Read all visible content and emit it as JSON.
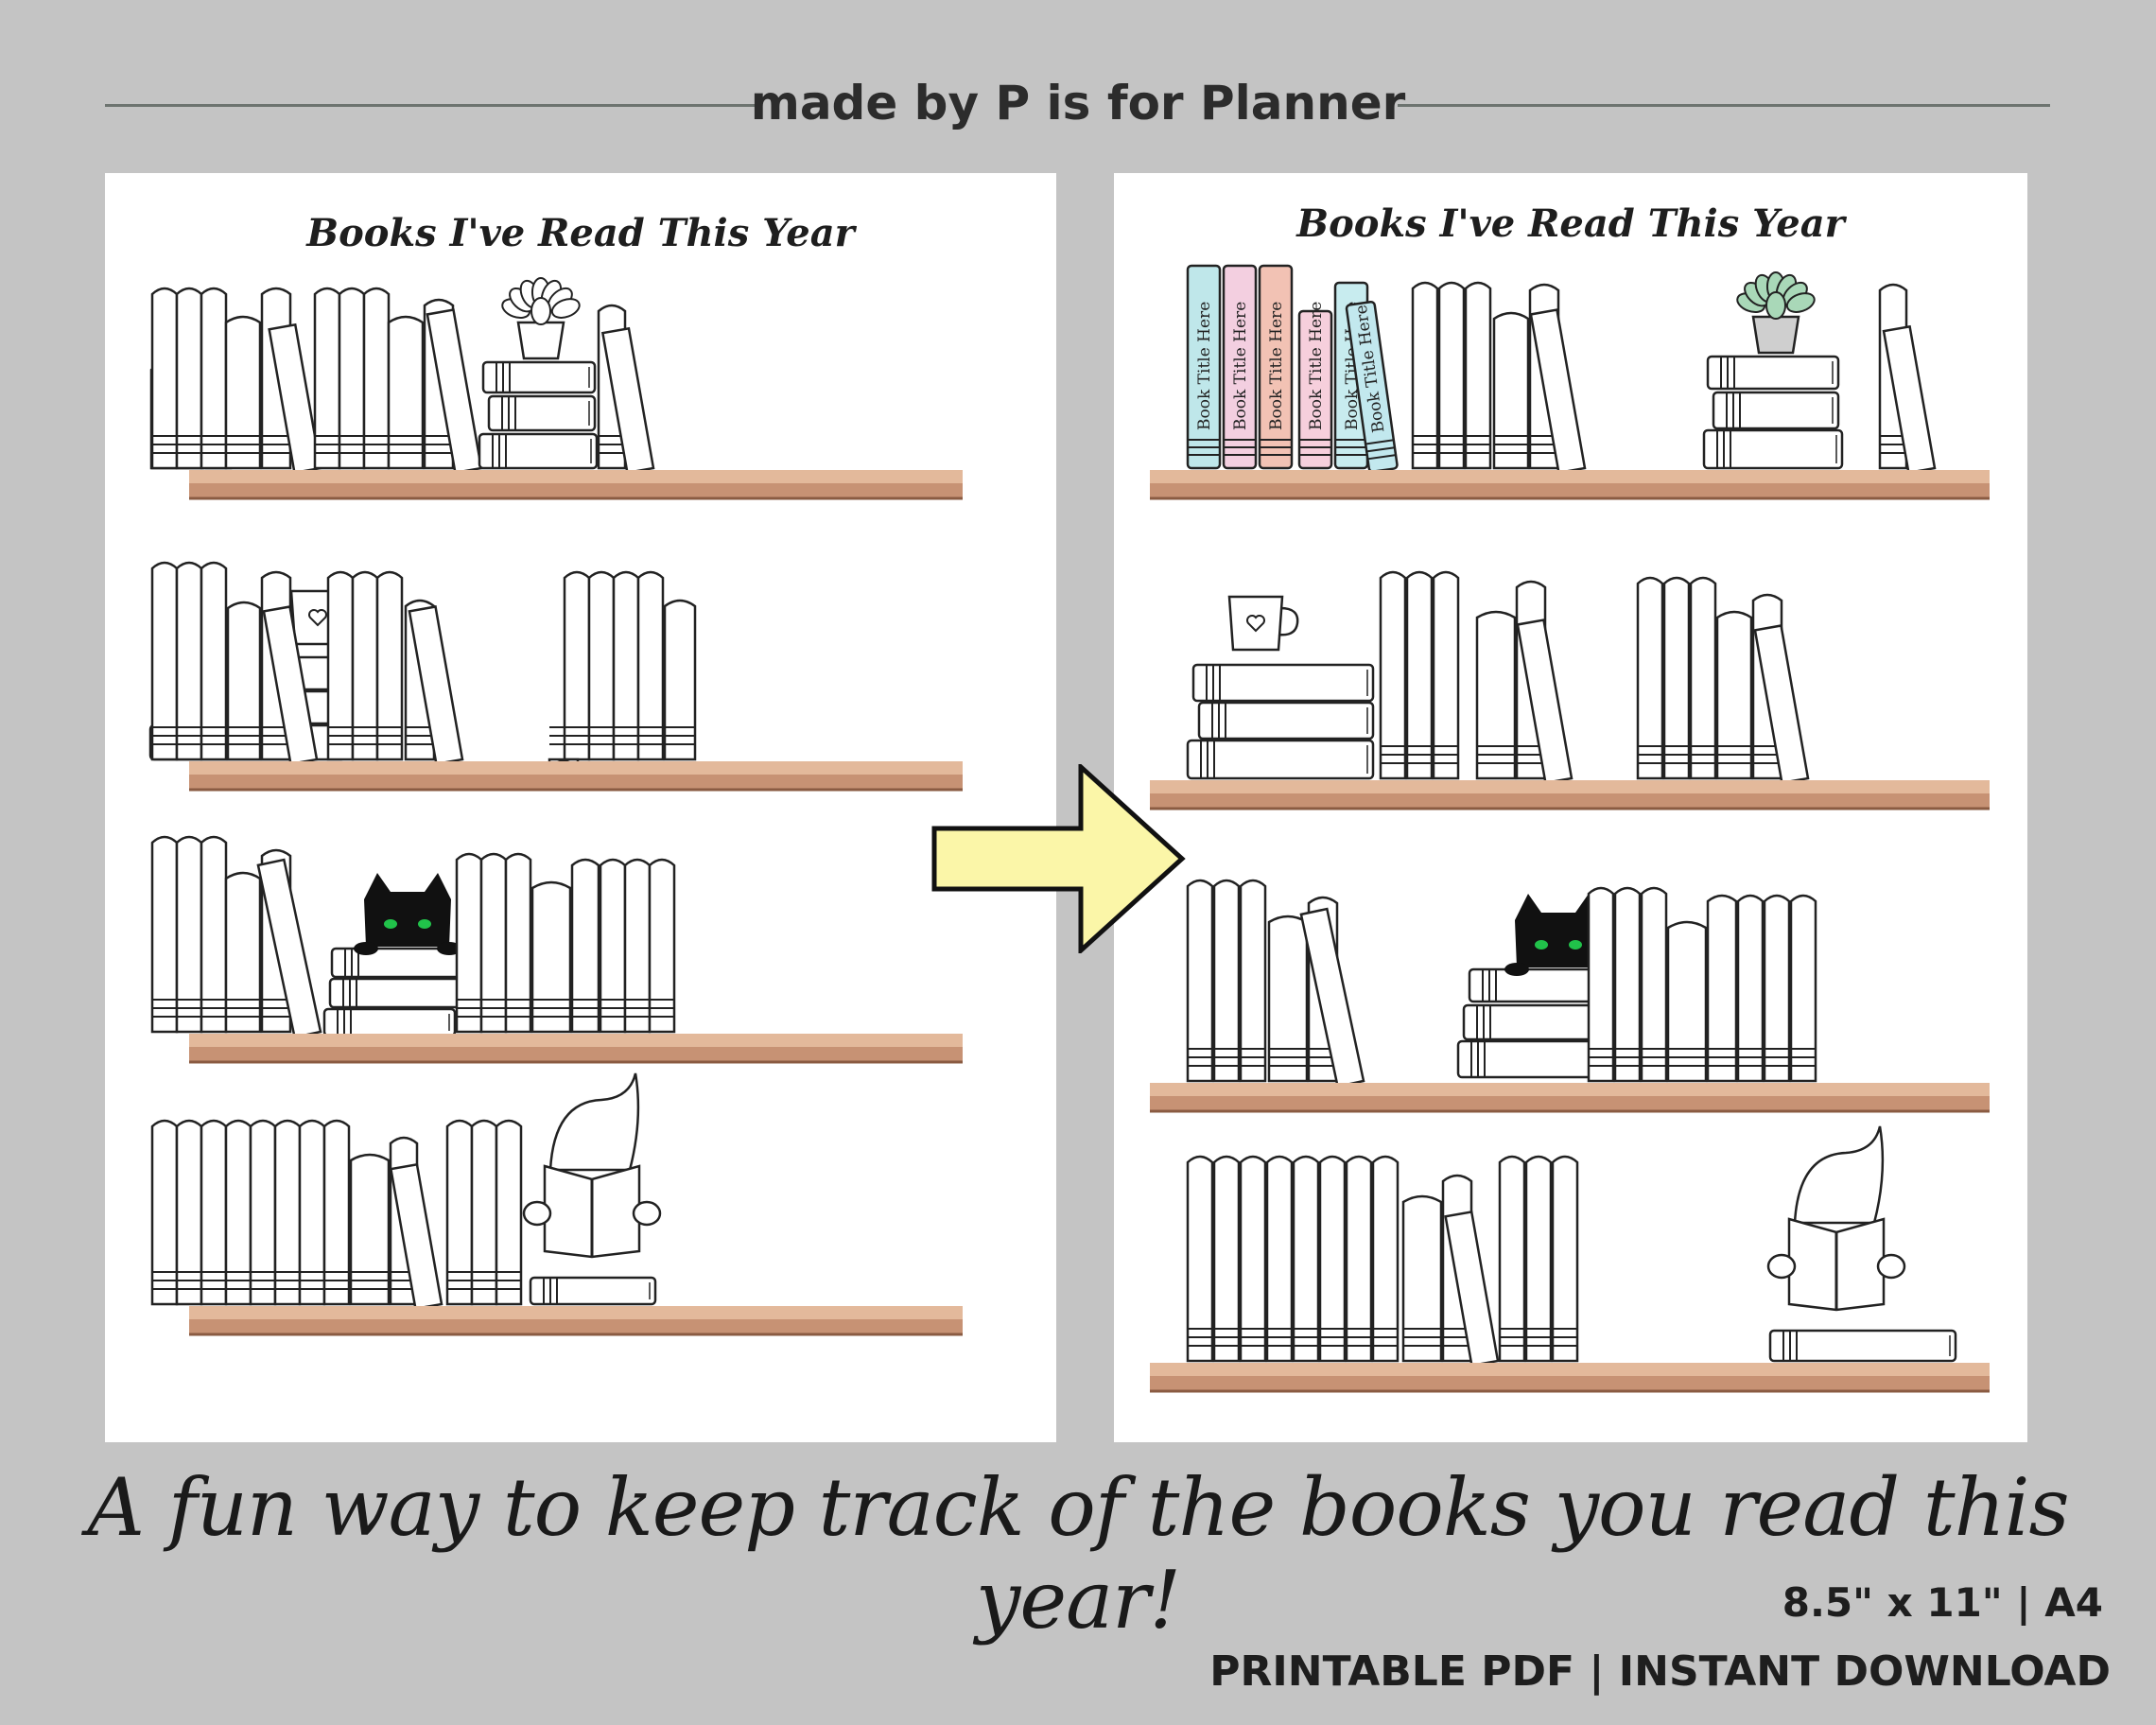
{
  "header": {
    "brand_text": "made by P is for Planner"
  },
  "left_sheet": {
    "title": "Books I've Read This Year"
  },
  "right_sheet": {
    "title": "Books I've Read This Year",
    "book_spine_text": "Book Title Here",
    "colored_spines": [
      "#bfe7ea",
      "#f3cfe0",
      "#f2c2b4",
      "#f6cfdc",
      "#c8ecef",
      "#c2e8ee"
    ]
  },
  "tagline": "A fun way to keep track of the books you read this year!",
  "specs": {
    "size_text": "8.5\" x 11\" | A4",
    "format_text": "PRINTABLE PDF | INSTANT DOWNLOAD"
  },
  "colors": {
    "background": "#c4c4c4",
    "shelf_wood": "#d9a989",
    "arrow_fill": "#fbf6a8",
    "cat": "#111111",
    "cat_eyes": "#21c24a",
    "succulent": "#a9d8b8"
  },
  "icons": [
    "succulent-icon",
    "coffee-mug-icon",
    "black-cat-icon",
    "reading-gnome-icon",
    "right-arrow-icon"
  ]
}
